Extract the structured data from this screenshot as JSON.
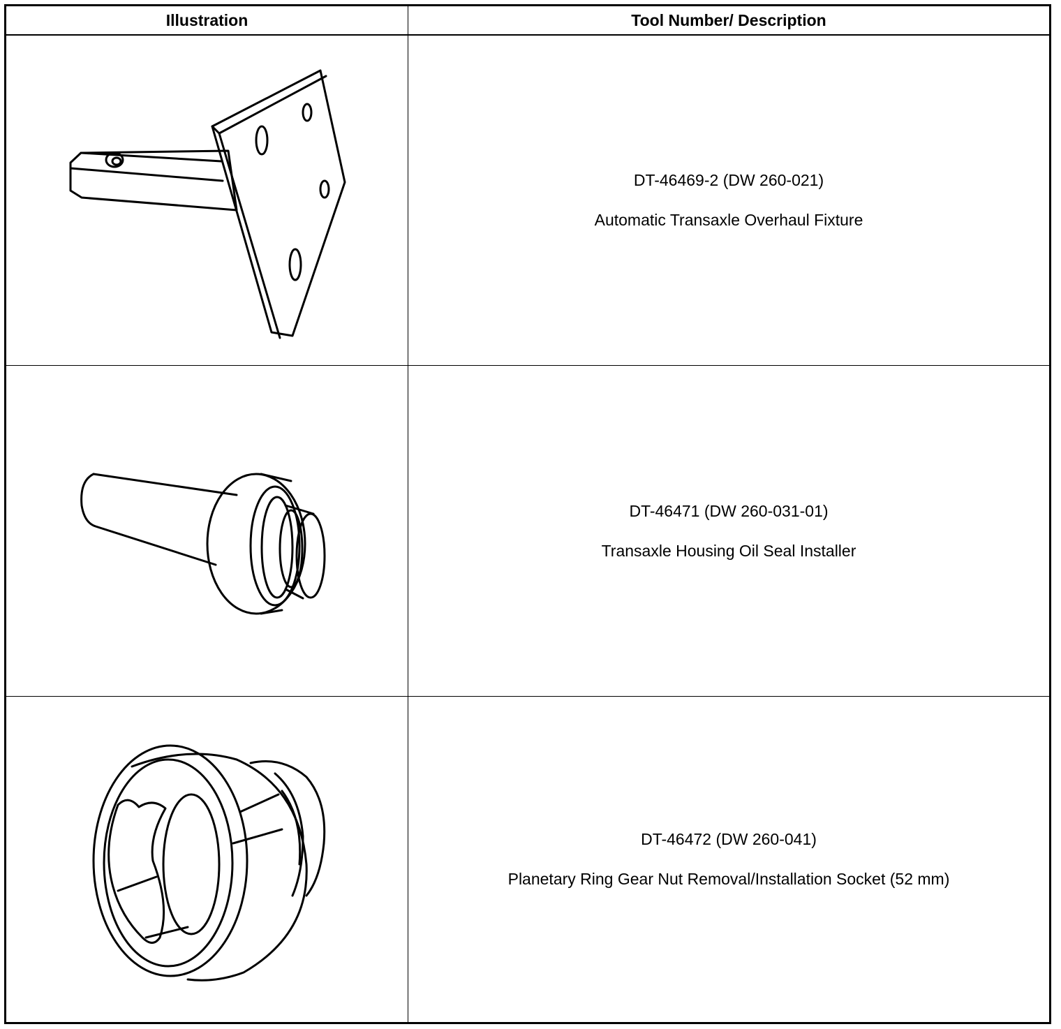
{
  "header": {
    "illustration": "Illustration",
    "tool_description": "Tool Number/ Description"
  },
  "rows": [
    {
      "tool_number": "DT-46469-2 (DW 260-021)",
      "description": "Automatic Transaxle Overhaul Fixture",
      "illustration_icon": "overhaul-fixture-icon"
    },
    {
      "tool_number": "DT-46471 (DW 260-031-01)",
      "description": "Transaxle Housing Oil Seal Installer",
      "illustration_icon": "oil-seal-installer-icon"
    },
    {
      "tool_number": "DT-46472 (DW 260-041)",
      "description": "Planetary Ring Gear Nut Removal/Installation Socket (52 mm)",
      "illustration_icon": "ring-gear-socket-icon"
    }
  ]
}
